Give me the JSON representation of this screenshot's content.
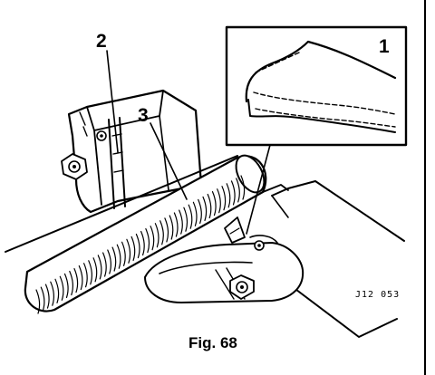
{
  "callouts": {
    "one": "1",
    "two": "2",
    "three": "3"
  },
  "reference_code": "J12 053",
  "caption": "Fig. 68",
  "colors": {
    "ink": "#000000",
    "paper": "#ffffff"
  }
}
